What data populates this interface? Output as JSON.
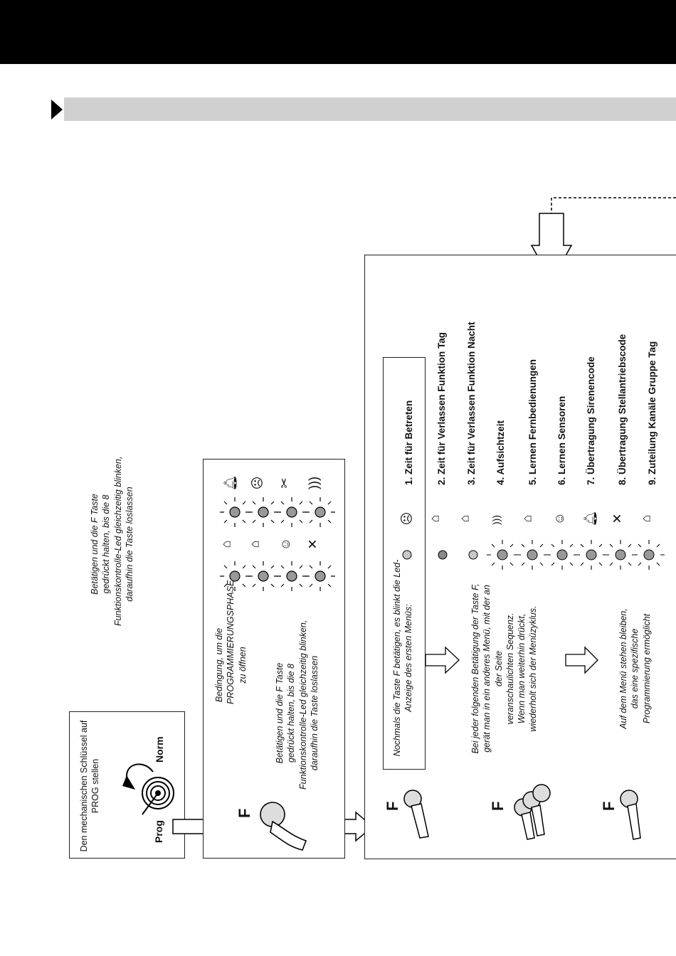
{
  "step1": {
    "text_lines": [
      "Den mechanischen Schlüssel auf",
      "PROG stellen"
    ],
    "label_prog": "Prog",
    "label_norm": "Norm"
  },
  "step2": {
    "condition_lines": [
      "Bedingung, um die",
      "PROGRAMMIERUNGSPHASE",
      "zu öffnen"
    ],
    "instruction_lines": [
      "Betätigen und die F Taste",
      "gedrückt halten, bis die 8",
      "Funktionskontrolle-Led gleichzeitig blinken,",
      "daraufhin die Taste loslassen"
    ],
    "key_label": "F"
  },
  "top_note_lines": [
    "Betätigen und die F Taste",
    "gedrückt halten, bis die 8",
    "Funktionskontrolle-Led gleichzeitig blinken,",
    "daraufhin die Taste loslassen"
  ],
  "step3": {
    "key_label": "F",
    "first_menu_note": [
      "Nochmals die Taste F betätigen, es blinkt die Led-",
      "Anzeige des ersten Menüs:"
    ],
    "sequence_note": [
      "Bei jeder folgenden Betätigung der Taste F,",
      "gerät man in ein anderes Menü, mit der an",
      "der Seite",
      "veranschaulichten Sequenz.",
      "Wenn man weiterhin drückt,",
      "wiederholt sich der Menüzyklus."
    ],
    "stay_note": [
      "Auf dem Menü stehen bleiben,",
      "das eine spezifische",
      "Programmierung ermöglicht"
    ],
    "menus": [
      "1. Zeit für Betreten",
      "2. Zeit für Verlassen Funktion Tag",
      "3. Zeit für Verlassen Funktion Nacht",
      "4. Aufsichtzeit",
      "5. Lernen Fernbedienungen",
      "6. Lernen Sensoren",
      "7. Übertragung Sirenencode",
      "8. Übertragung Stellantriebscode",
      "9. Zuteilung Kanäle Gruppe Tag"
    ],
    "menu_icons": [
      "sad-face-icon",
      "house-day-icon",
      "house-night-icon",
      "sound-waves-icon",
      "house-remote-icon",
      "smile-face-icon",
      "bell-icon",
      "cross-icon",
      "house-group-icon"
    ]
  },
  "colors": {
    "black": "#000000",
    "bar_gray": "#d0d0d0",
    "led_gray": "#9a9a9a"
  }
}
